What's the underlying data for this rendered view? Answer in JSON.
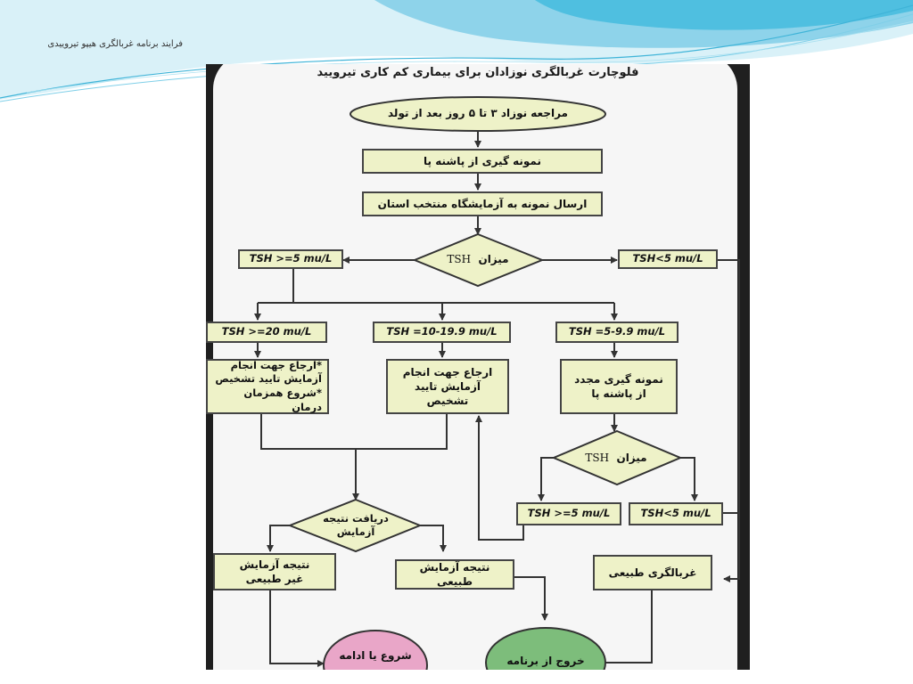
{
  "slide": {
    "title": "فرایند برنامه غربالگری هیپو تیروییدی",
    "colors": {
      "accent": "#3fb4d8",
      "accent_light": "#bfe8f4"
    }
  },
  "flowchart": {
    "title": "فلوچارت غربالگری نوزادان برای بیماری کم کاری تیرویید",
    "colors": {
      "box_fill": "#eef2c8",
      "start_fill": "#eef2c8",
      "end_pink": "#e9a6c8",
      "end_green": "#7dbd7b",
      "line": "#333333"
    },
    "start": "مراجعه نوزاد ۳ تا ۵ روز بعد از تولد",
    "step_sample": "نمونه گیری از پاشنه پا",
    "step_send": "ارسال نمونه به آزمایشگاه منتخب استان",
    "decision1": {
      "label": "میزان",
      "var": "TSH"
    },
    "tsh_ge5": "TSH >=5 mu/L",
    "tsh_lt5": "TSH<5 mu/L",
    "tsh_ge20": "TSH >=20 mu/L",
    "tsh_10_19": "TSH =10-19.9 mu/L",
    "tsh_5_9": "TSH =5-9.9 mu/L",
    "action_ge20": [
      "*ارجاع جهت انجام",
      "آزمایش تایید تشخیص",
      "*شروع همزمان درمان"
    ],
    "action_10_19": "ارجاع جهت انجام\nآزمایش تایید تشخیص",
    "action_5_9": "نمونه گیری مجدد\nاز پاشنه پا",
    "decision2": {
      "label": "میزان",
      "var": "TSH"
    },
    "tsh2_ge5": "TSH >=5 mu/L",
    "tsh2_lt5": "TSH<5 mu/L",
    "decision3": "دریافت نتیجه\nآزمایش",
    "abnormal": "نتیجه آزمایش\nغیر طبیعی",
    "normal": "نتیجه آزمایش طبیعی",
    "normal_screen": "غربالگری طبیعی",
    "end_continue": "شروع یا ادامه",
    "end_exit": "خروج از برنامه"
  }
}
